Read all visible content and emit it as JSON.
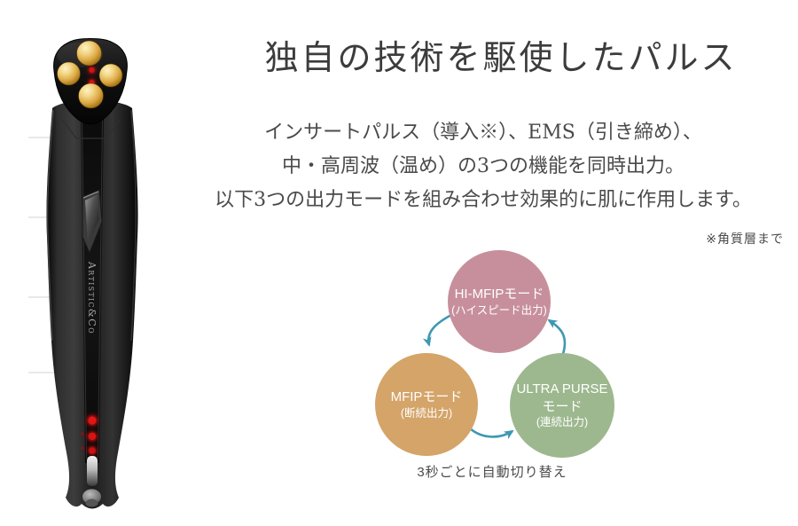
{
  "content": {
    "heading": "独自の技術を駆使したパルス",
    "body_lines": [
      "インサートパルス（導入※）、EMS（引き締め）、",
      "中・高周波（温め）の3つの機能を同時出力。",
      "以下3つの出力モードを組み合わせ効果的に肌に作用します。"
    ],
    "note": "※角質層まで",
    "text_color": "#4a4a4a",
    "heading_color": "#3c3c3c"
  },
  "device": {
    "brand_text": "Artistic&Co",
    "colors": {
      "body_black": "#1b1b1b",
      "electrode_gold": "#dca944",
      "led_red": "#e31515"
    }
  },
  "diagram": {
    "caption": "3秒ごとに自動切り替え",
    "arrow_color": "#3e98b2",
    "nodes": [
      {
        "id": "hi-mfip-mode",
        "label": "HI-MFIPモード",
        "sublabel": "(ハイスピード出力)",
        "color": "#c78f9c"
      },
      {
        "id": "mfip-mode",
        "label": "MFIPモード",
        "sublabel": "(断続出力)",
        "color": "#d4a469"
      },
      {
        "id": "ultra-purse-mode",
        "label": "ULTRA PURSE",
        "label2": "モード",
        "sublabel": "(連続出力)",
        "color": "#9db88e"
      }
    ]
  }
}
